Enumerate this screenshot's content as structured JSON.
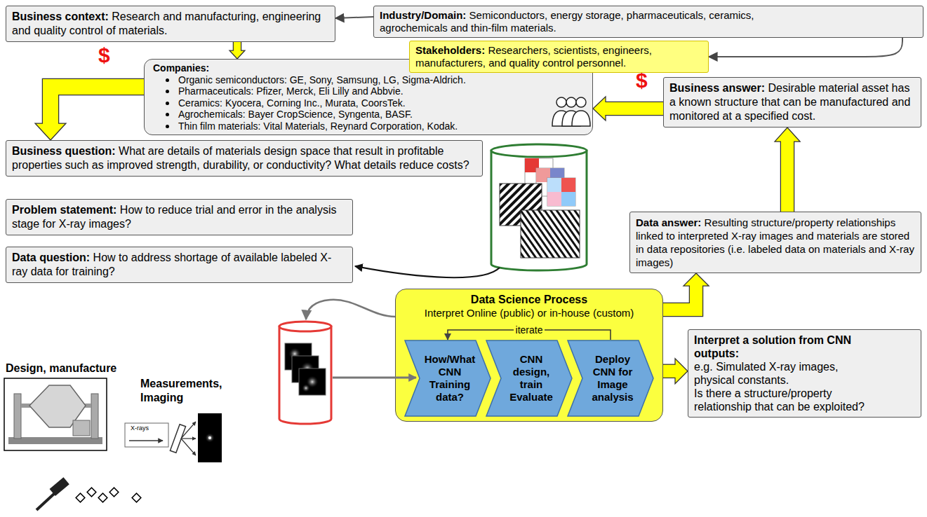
{
  "diagram": {
    "nodes": [
      {
        "text": [
          "Business context:",
          "Research and manufacturing, engineering and quality control of materials."
        ]
      },
      {
        "text": [
          "Industry/Domain:",
          "Semiconductors, energy storage, pharmaceuticals, ceramics, agrochemicals and thin-film materials."
        ]
      },
      {
        "text": [
          "Stakeholders:",
          "Researchers, scientists, engineers, manufacturers, and quality control personnel."
        ]
      },
      {
        "text": [
          "Companies:",
          "Organic semiconductors: GE, Sony, Samsung, LG, Sigma-Aldrich.",
          "Pharmaceuticals: Pfizer, Merck, Eli Lilly and Abbvie.",
          "Ceramics: Kyocera, Corning Inc., Murata, CoorsTek.",
          "Agrochemicals: Bayer CropScience, Syngenta, BASF.",
          "Thin film materials: Vital Materials, Reynard Corporation, Kodak."
        ]
      },
      {
        "text": [
          "Business answer:",
          "Desirable material asset has a known structure that can be manufactured and monitored at a specified cost."
        ]
      },
      {
        "text": [
          "Business question:",
          "What are details of materials design space that result in profitable properties such as improved strength, durability, or conductivity? What details reduce costs?"
        ]
      },
      {
        "text": [
          "Data answer:",
          "Resulting structure/property relationships linked to interpreted X-ray images and materials are stored in data repositories (i.e. labeled data on materials and X-ray images)"
        ]
      },
      {
        "text": [
          "Problem statement:",
          "How to reduce trial and error in the analysis stage for X-ray images?"
        ]
      },
      {
        "text": [
          "Data question:",
          "How to address shortage of available labeled X-ray data for training?"
        ]
      },
      {
        "text": [
          "Data Science Process",
          "Interpret Online (public) or in-house (custom)"
        ]
      },
      {
        "text": [
          "How/What CNN Training data?"
        ],
        "in": 9
      },
      {
        "text": [
          "CNN design, train Evaluate"
        ],
        "in": 9
      },
      {
        "text": [
          "Deploy CNN for Image analysis"
        ],
        "in": 9
      },
      {
        "text": [
          "Interpret a solution from CNN outputs:",
          "e.g. Simulated X-ray images, physical constants.",
          "Is there a structure/property relationship that can be exploited?"
        ]
      }
    ],
    "edges": [
      {
        "from": 1,
        "to": 0,
        "arrow": "to"
      },
      {
        "from": 1,
        "to": 2,
        "arrow": "to"
      },
      {
        "from": 0,
        "to": 3,
        "arrow": "to"
      },
      {
        "from": 3,
        "to": 5,
        "arrow": "to",
        "label": "$"
      },
      {
        "from": 4,
        "to": 3,
        "arrow": "to",
        "label": "$"
      },
      {
        "from": 6,
        "to": 4,
        "arrow": "to"
      },
      {
        "from": 9,
        "to": 6,
        "arrow": "to"
      },
      {
        "from": 9,
        "to": 13,
        "arrow": "to"
      },
      {
        "from": 12,
        "to": 10,
        "arrow": "to",
        "label": "iterate"
      }
    ],
    "labels": [
      "Design, manufacture",
      "Measurements, Imaging",
      "X-rays"
    ]
  }
}
